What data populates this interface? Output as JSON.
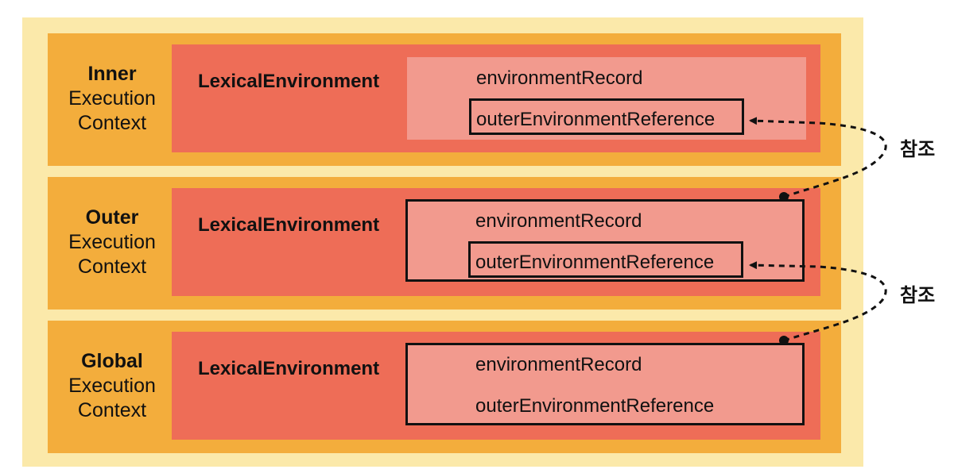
{
  "contexts": [
    {
      "name": "Inner",
      "line2": "Execution",
      "line3": "Context",
      "lexical": "LexicalEnvironment",
      "record": "environmentRecord",
      "reference": "outerEnvironmentReference"
    },
    {
      "name": "Outer",
      "line2": "Execution",
      "line3": "Context",
      "lexical": "LexicalEnvironment",
      "record": "environmentRecord",
      "reference": "outerEnvironmentReference"
    },
    {
      "name": "Global",
      "line2": "Execution",
      "line3": "Context",
      "lexical": "LexicalEnvironment",
      "record": "environmentRecord",
      "reference": "outerEnvironmentReference"
    }
  ],
  "reference_labels": [
    "참조",
    "참조"
  ],
  "colors": {
    "background": "#fbe9aa",
    "context": "#f3ad3c",
    "lexical": "#ee6d57",
    "environment": "#f29a8e",
    "line": "#111111"
  }
}
